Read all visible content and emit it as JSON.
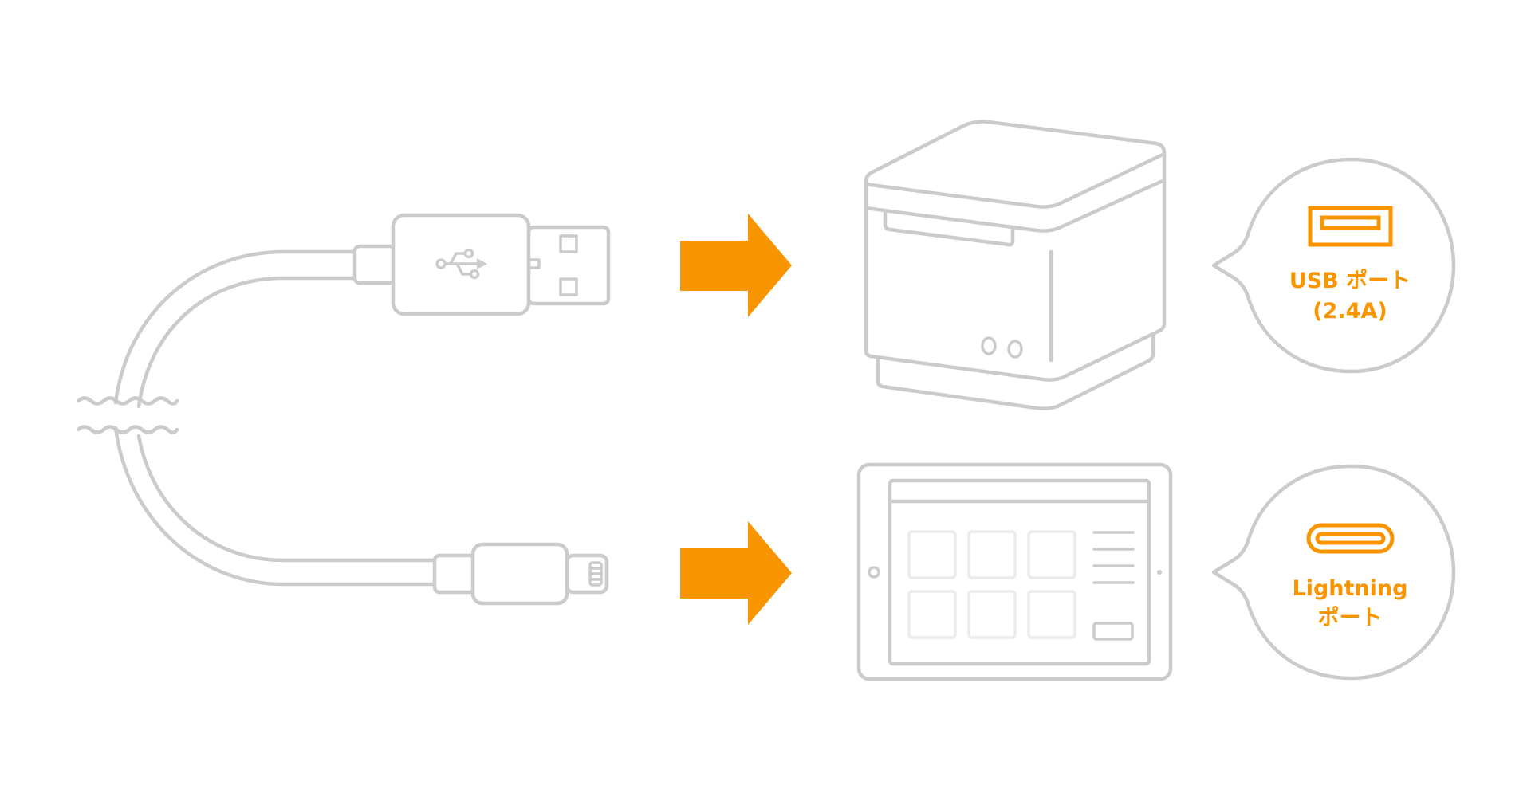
{
  "colors": {
    "accent": "#f99500",
    "outline": "#cbcbcb",
    "faint": "#ebebeb",
    "background": "#ffffff"
  },
  "bubbles": [
    {
      "id": "usb",
      "icon": "usb-a-port-icon",
      "lines": [
        "USB ポート",
        "(2.4A)"
      ]
    },
    {
      "id": "lightning",
      "icon": "lightning-port-icon",
      "lines": [
        "Lightning",
        "ポート"
      ]
    }
  ],
  "arrows": [
    {
      "id": "usb-arrow",
      "direction": "right"
    },
    {
      "id": "lightning-arrow",
      "direction": "right"
    }
  ],
  "devices": [
    {
      "id": "printer",
      "icon": "receipt-printer-icon"
    },
    {
      "id": "tablet",
      "icon": "tablet-icon"
    }
  ],
  "cable": {
    "connectors": [
      "usb-a-connector-icon",
      "lightning-connector-icon"
    ],
    "break_mark": "cable-break-icon"
  }
}
